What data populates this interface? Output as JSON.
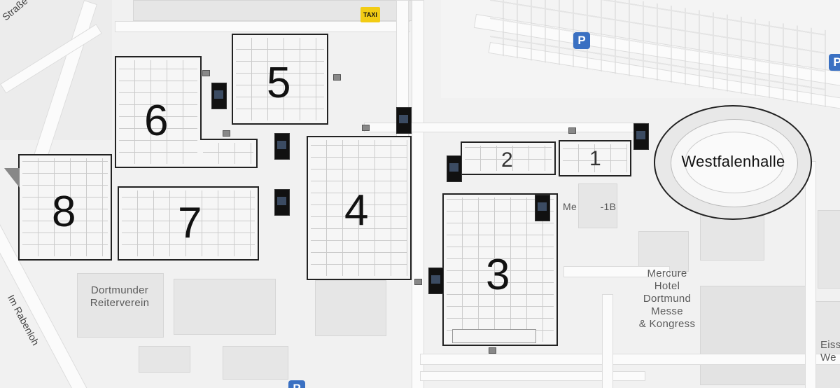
{
  "map": {
    "halls": [
      {
        "id": "hall-1",
        "label": "1"
      },
      {
        "id": "hall-2",
        "label": "2"
      },
      {
        "id": "hall-3",
        "label": "3"
      },
      {
        "id": "hall-4",
        "label": "4"
      },
      {
        "id": "hall-5",
        "label": "5"
      },
      {
        "id": "hall-6",
        "label": "6"
      },
      {
        "id": "hall-7",
        "label": "7"
      },
      {
        "id": "hall-8",
        "label": "8"
      }
    ],
    "westfalenhalle_label": "Westfalenhalle",
    "messe_label": "Me        -1B",
    "poi": {
      "reiterverein": "Dortmunder\nReiterverein",
      "mercure": "Mercure\nHotel\nDortmund\nMesse\n& Kongress",
      "eisspo": "Eisspo\nWe"
    },
    "streets": {
      "im_rabenloh": "Im Rabenloh",
      "top_left": "Straße"
    },
    "icons": {
      "taxi_label": "TAXI",
      "parking_label": "P"
    },
    "colors": {
      "parking": "#3a70c2",
      "taxi": "#f2cc14",
      "hall_border": "#222222",
      "road": "#fbfbfb"
    }
  }
}
